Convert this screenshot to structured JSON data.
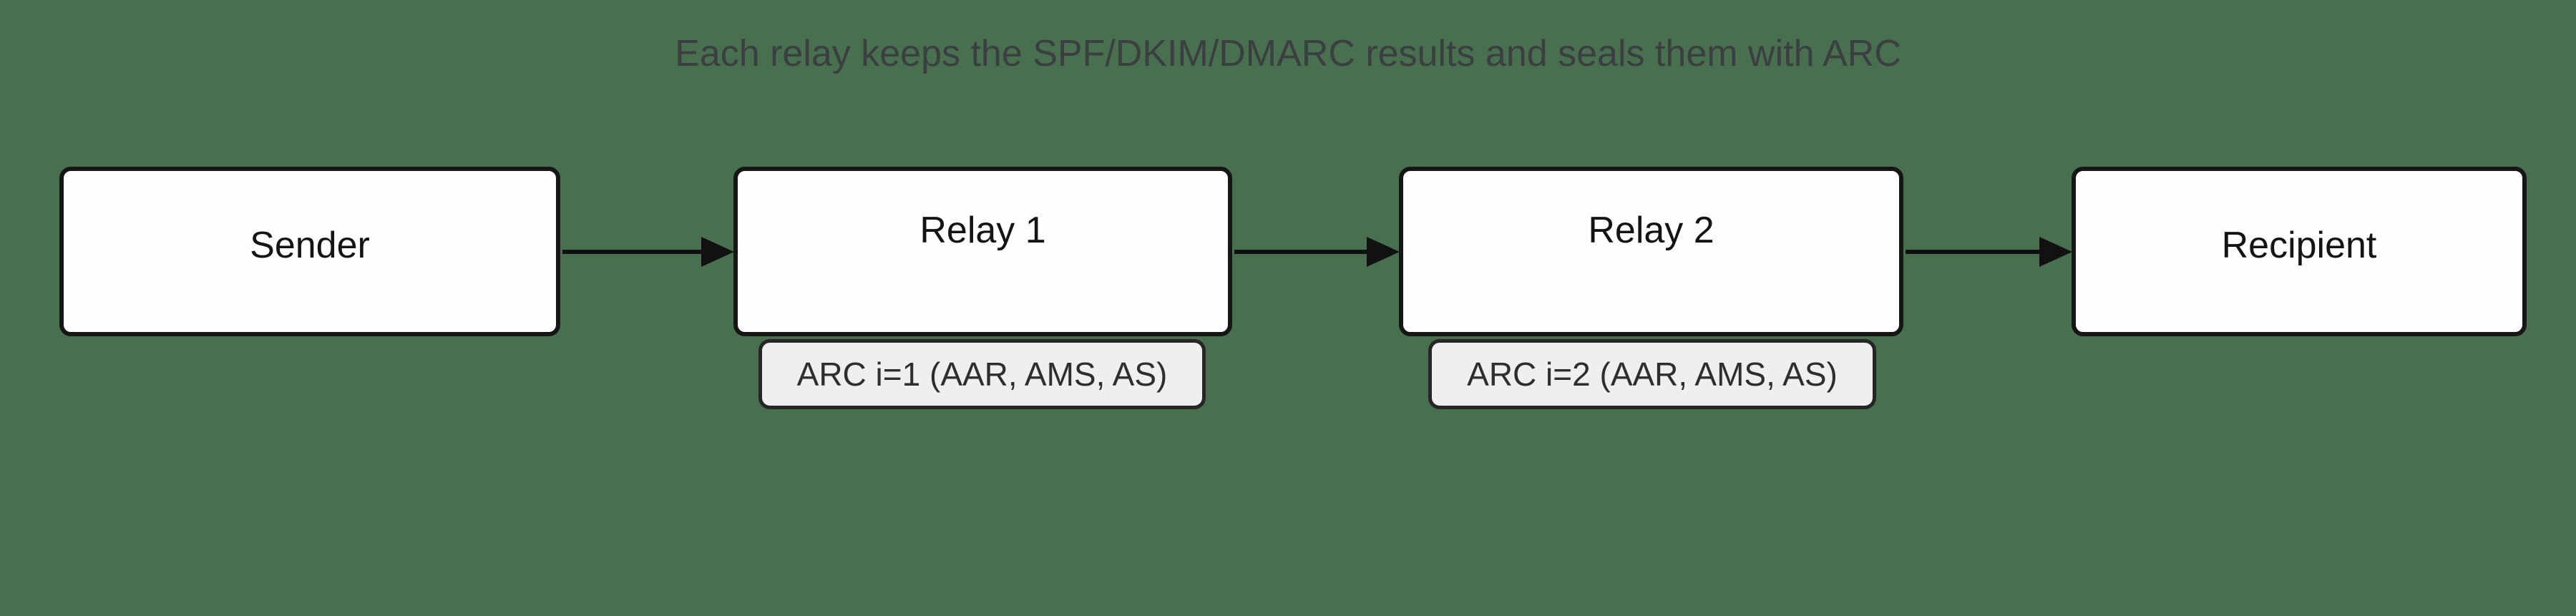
{
  "diagram": {
    "title": "Each relay keeps the SPF/DKIM/DMARC results and seals them with ARC",
    "nodes": [
      {
        "id": "sender",
        "label": "Sender"
      },
      {
        "id": "relay1",
        "label": "Relay 1"
      },
      {
        "id": "relay2",
        "label": "Relay 2"
      },
      {
        "id": "recipient",
        "label": "Recipient"
      }
    ],
    "seals": [
      {
        "attached_to": "relay1",
        "label": "ARC i=1 (AAR, AMS, AS)"
      },
      {
        "attached_to": "relay2",
        "label": "ARC i=2 (AAR, AMS, AS)"
      }
    ],
    "edges": [
      {
        "from": "sender",
        "to": "relay1"
      },
      {
        "from": "relay1",
        "to": "relay2"
      },
      {
        "from": "relay2",
        "to": "recipient"
      }
    ],
    "colors": {
      "background": "#486F4E",
      "node_fill": "#FEFEFE",
      "node_border": "#161616",
      "node_text": "#141414",
      "seal_fill": "#EFEFEF",
      "seal_border": "#262626",
      "seal_text": "#2E2E2E",
      "arrow": "#111111",
      "title_text": "#3B3F42"
    }
  }
}
